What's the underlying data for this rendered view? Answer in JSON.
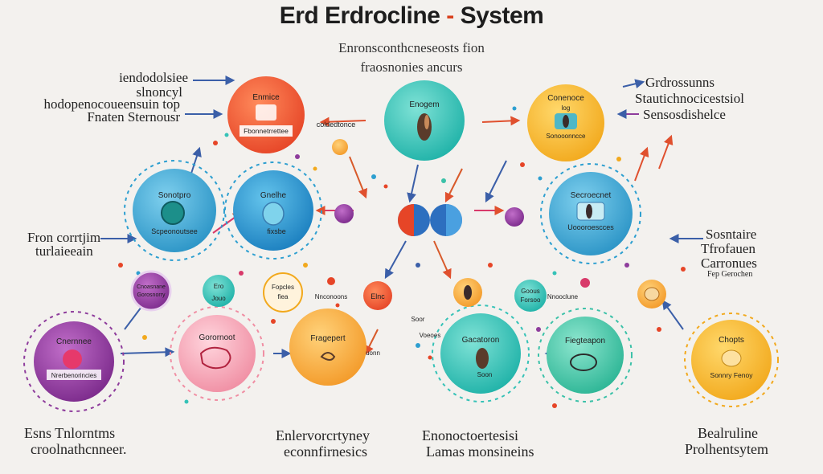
{
  "title": {
    "main": "Erd Erdrocline",
    "dash": " - ",
    "tail": "System"
  },
  "subtitle": {
    "line1": "Enronsconthcneseosts fion",
    "line2": "fraosnonies ancurs"
  },
  "left_top": {
    "line1": "iendodolsiee",
    "line2": "slnoncyl",
    "line3": "hodopenocoueensuin top",
    "line4": "Fnaten Sternousr"
  },
  "right_top": {
    "line1": "Grdrossunns",
    "line2": "Stautichnocicestsiol",
    "line3": "Sensosdishelce"
  },
  "left_mid": {
    "line1": "Fron corrtjim",
    "line2": "turlaieeain"
  },
  "right_mid": {
    "line1": "Sosntaire",
    "line2": "Tfrofauen",
    "line3": "Carronues",
    "line4": "Fep Gerochen"
  },
  "bottom": {
    "left_1": "Esns Tnlorntms",
    "left_2": "croolnathcnneer.",
    "center_left_1": "Enlervorcrtyney",
    "center_left_2": "econnfirnesics",
    "center_right_1": "Enonoctoertesisi",
    "center_right_2": "Lamas monsineins",
    "right_1": "Bealruline",
    "right_2": "Prolhentsytem"
  },
  "nodes": {
    "red_top": {
      "label1": "Enmice",
      "label2": "Fbonnetrrettee"
    },
    "teal_top": {
      "label1": "Enogem"
    },
    "yellow_top": {
      "label1": "Conenoce",
      "label2": "log",
      "label3": "Sonooonncce"
    },
    "blue_left": {
      "label1": "Sonotpro",
      "label2": "Scpeonoutsee"
    },
    "blue_center": {
      "label1": "Gnelhe",
      "label2": "fixsbe"
    },
    "blue_right": {
      "label1": "Secroecnet",
      "label2": "Uoooroescces"
    },
    "purple_small": {
      "label1": "Cnoasnane",
      "label2": "Gorosnorry"
    },
    "teal_small": {
      "label1": "Ero",
      "label2": "Jouo"
    },
    "cream_small": {
      "label1": "Fopcles",
      "label2": "fiea"
    },
    "magenta_big": {
      "label1": "Cnernnee",
      "label2": "Nrerbenorincies"
    },
    "pink_big": {
      "label1": "Gorornoot"
    },
    "orange_big": {
      "label1": "Fragepert"
    },
    "teal_big": {
      "label1": "Gacatoron",
      "label2": "Soon"
    },
    "green_big": {
      "label1": "Fiegteapon"
    },
    "yellow_big": {
      "label1": "Chopts",
      "label2": "Sonnry Fenoy"
    },
    "orange_small": {
      "label1": "Elnc"
    },
    "teal_small_right": {
      "label1": "Goous",
      "label2": "Forsoo"
    },
    "small_captions": {
      "a": "Nnconoons",
      "b": "Nibuonn",
      "c": "coldedtonce",
      "d": "Nnooclune",
      "e": "Soor",
      "f": "Voeoes"
    }
  },
  "colors": {
    "red": "#ef5a3c",
    "teal": "#35c2b7",
    "yellow": "#f6b72e",
    "blue": "#2d9fd0",
    "purple": "#8e3c9c",
    "pink": "#f7a9b8",
    "orange": "#f7a53a",
    "green": "#3bc1a8"
  }
}
